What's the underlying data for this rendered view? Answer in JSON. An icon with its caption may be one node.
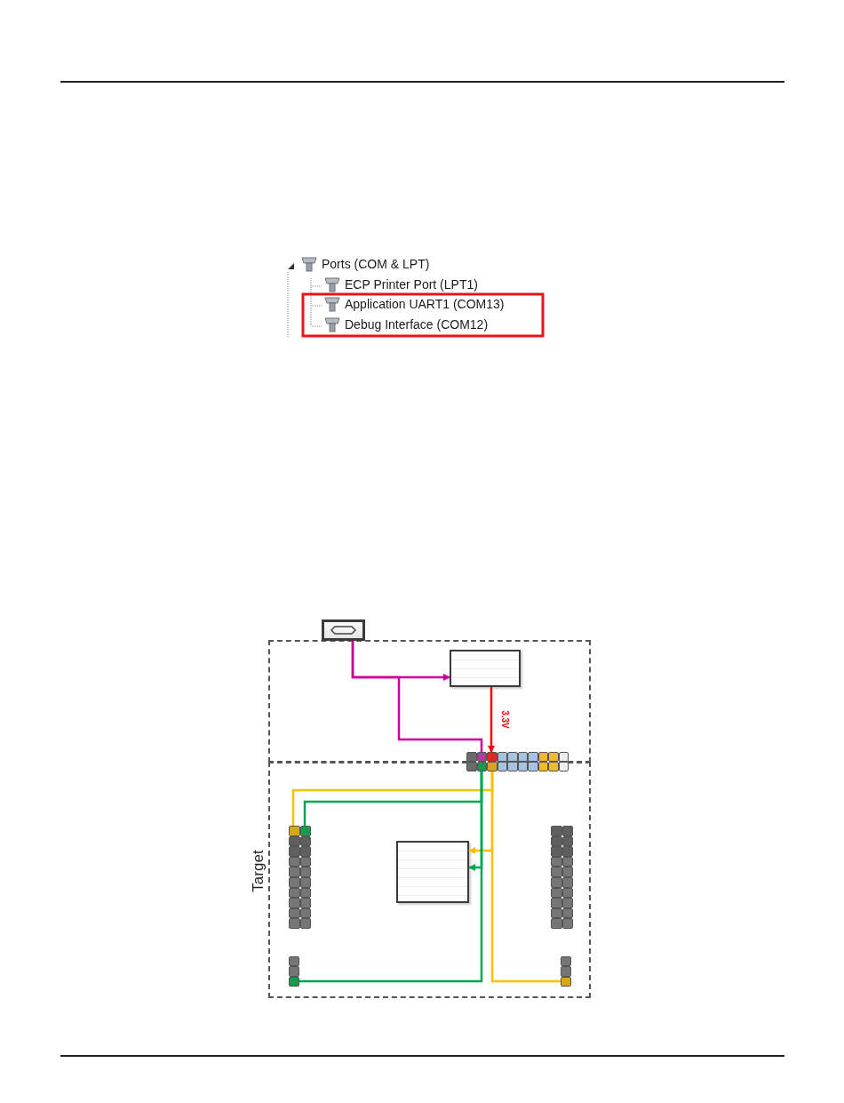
{
  "diagram": {
    "nodes": [
      {
        "text": [],
        "shape": "box"
      },
      {
        "text": [
          "Target"
        ]
      },
      {
        "text": [],
        "shape": "box"
      },
      {
        "text": [],
        "shape": "box",
        "in": 0
      },
      {
        "text": [],
        "shape": "bar"
      },
      {
        "text": [],
        "shape": "bar",
        "in": 1
      },
      {
        "text": [],
        "shape": "box",
        "in": 1
      },
      {
        "text": [],
        "shape": "bar",
        "in": 1
      },
      {
        "text": [],
        "shape": "bar",
        "in": 1
      },
      {
        "text": [],
        "shape": "bar",
        "in": 1
      }
    ],
    "edges": [
      {
        "from": 2,
        "to": 3,
        "arrow": "to",
        "color": "#cc0099"
      },
      {
        "from": 2,
        "to": 4,
        "arrow": "none",
        "color": "#cc0099"
      },
      {
        "from": 3,
        "to": 4,
        "arrow": "to",
        "label": "3.3V",
        "color": "#ff0000"
      },
      {
        "from": 4,
        "to": 5,
        "arrow": "none",
        "color": "#ffc000"
      },
      {
        "from": 4,
        "to": 5,
        "arrow": "none",
        "color": "#00a651"
      },
      {
        "from": 4,
        "to": 6,
        "arrow": "to",
        "color": "#ffc000"
      },
      {
        "from": 4,
        "to": 6,
        "arrow": "to",
        "color": "#00a651"
      },
      {
        "from": 4,
        "to": 8,
        "arrow": "none",
        "color": "#00a651"
      },
      {
        "from": 4,
        "to": 9,
        "arrow": "none",
        "color": "#ffc000"
      }
    ],
    "labels": [
      "Ports (COM & LPT)",
      "ECP Printer Port (LPT1)",
      "Application UART1 (COM13)",
      "Debug Interface (COM12)"
    ]
  }
}
